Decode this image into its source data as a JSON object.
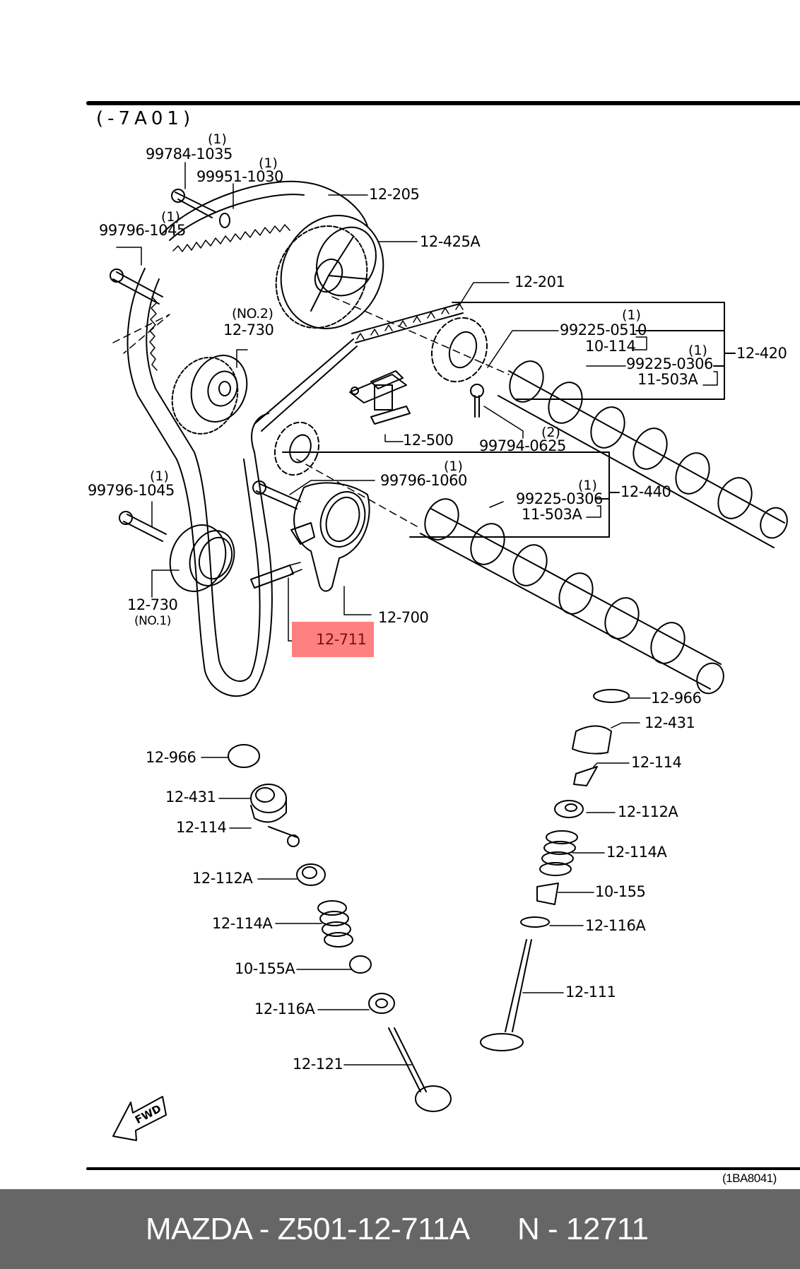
{
  "diagram": {
    "range_code": "(-7A01)",
    "reference_code": "(1BA8041)",
    "fwd_label": "FWD",
    "highlighted_part": "12-711",
    "highlight_color": "#ff8080",
    "labels": {
      "p99784_1035": "99784-1035",
      "p99784_1035_qty": "(1)",
      "p99951_1030": "99951-1030",
      "p99951_1030_qty": "(1)",
      "p99796_1045_top": "99796-1045",
      "p99796_1045_top_qty": "(1)",
      "p12_205": "12-205",
      "p12_425A": "12-425A",
      "p12_201": "12-201",
      "p12_730_no2": "12-730",
      "p12_730_no2_note": "(NO.2)",
      "p99225_0510": "99225-0510",
      "p99225_0510_qty": "(1)",
      "p10_114": "10-114",
      "p99225_0306_a": "99225-0306",
      "p99225_0306_a_qty": "(1)",
      "p11_503A_a": "11-503A",
      "p12_420": "12-420",
      "p12_500": "12-500",
      "p99794_0625": "99794-0625",
      "p99794_0625_qty": "(2)",
      "p99796_1060": "99796-1060",
      "p99796_1060_qty": "(1)",
      "p99225_0306_b": "99225-0306",
      "p99225_0306_b_qty": "(1)",
      "p11_503A_b": "11-503A",
      "p12_440": "12-440",
      "p99796_1045_low": "99796-1045",
      "p99796_1045_low_qty": "(1)",
      "p12_730_no1": "12-730",
      "p12_730_no1_note": "(NO.1)",
      "p12_700": "12-700",
      "p12_711": "12-711",
      "left_stack": [
        "12-966",
        "12-431",
        "12-114",
        "12-112A",
        "12-114A",
        "10-155A",
        "12-116A",
        "12-121"
      ],
      "right_stack": [
        "12-966",
        "12-431",
        "12-114",
        "12-112A",
        "12-114A",
        "10-155",
        "12-116A",
        "12-111"
      ]
    }
  },
  "footer": {
    "brand_part": "MAZDA - Z501-12-711A",
    "alt_part": "N - 12711"
  }
}
